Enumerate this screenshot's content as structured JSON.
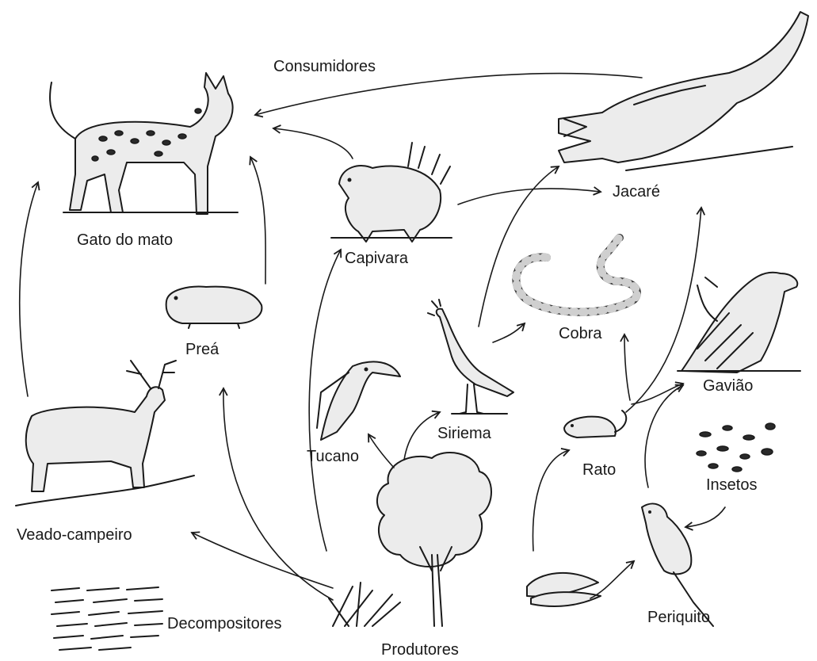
{
  "labels": {
    "consumidores": "Consumidores",
    "gato_do_mato": "Gato do mato",
    "capivara": "Capivara",
    "jacare": "Jacaré",
    "prea": "Preá",
    "cobra": "Cobra",
    "gaviao": "Gavião",
    "siriema": "Siriema",
    "tucano": "Tucano",
    "rato": "Rato",
    "insetos": "Insetos",
    "veado_campeiro": "Veado-campeiro",
    "decompositores": "Decompositores",
    "periquito": "Periquito",
    "produtores": "Produtores"
  },
  "colors": {
    "ink": "#1a1a1a",
    "background": "#ffffff"
  }
}
